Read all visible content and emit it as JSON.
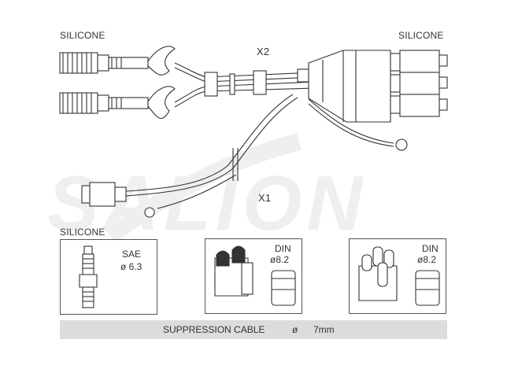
{
  "labels": {
    "silicone_top_left": "SILICONE",
    "silicone_top_right": "SILICONE",
    "silicone_bottom": "SILICONE",
    "x2": "X2",
    "x1": "X1"
  },
  "watermark": "SALION",
  "connectors": [
    {
      "name": "SAE",
      "size": "ø 6.3"
    },
    {
      "name": "DIN",
      "size": "ø8.2"
    },
    {
      "name": "DIN",
      "size": "ø8.2"
    }
  ],
  "footer": {
    "cable_label": "SUPPRESSION CABLE",
    "diameter_symbol": "ø",
    "diameter_value": "7mm"
  },
  "colors": {
    "line": "#333333",
    "bar": "#dcdcdc",
    "watermark": "#eeeeee"
  }
}
